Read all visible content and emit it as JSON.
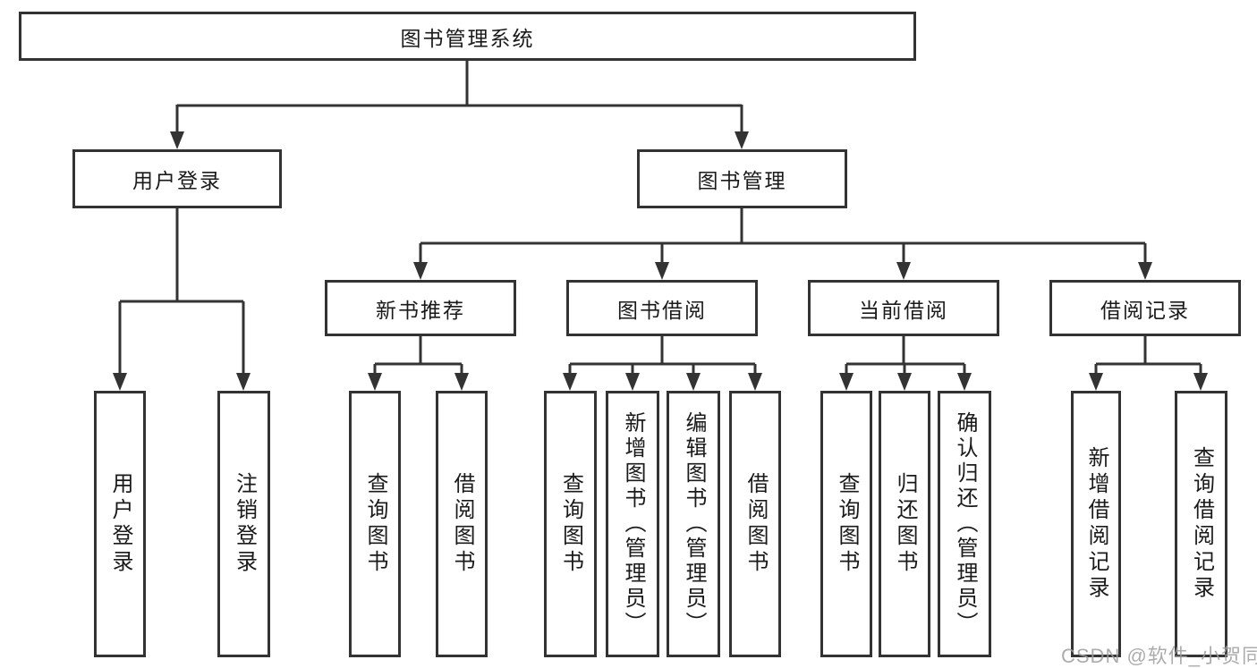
{
  "diagram": {
    "nodes": {
      "root": "图书管理系统",
      "user_login": "用户登录",
      "book_mgmt": "图书管理",
      "new_book_rec": "新书推荐",
      "book_borrow": "图书借阅",
      "current_borrow": "当前借阅",
      "borrow_records": "借阅记录"
    },
    "leaves": {
      "user_login": [
        "用户登录",
        "注销登录"
      ],
      "new_book_rec": [
        "查询图书",
        "借阅图书"
      ],
      "book_borrow": [
        "查询图书",
        "新增图书（管理员）",
        "编辑图书（管理员）",
        "借阅图书"
      ],
      "current_borrow": [
        "查询图书",
        "归还图书",
        "确认归还（管理员）"
      ],
      "borrow_records": [
        "新增借阅记录",
        "查询借阅记录"
      ]
    }
  },
  "watermark": {
    "text": "CSDN @软件_小贺同学",
    "color": "#9e9e9e"
  },
  "colors": {
    "line": "#333333",
    "box_border": "#333333",
    "box_background": "#ffffff",
    "text": "#1a1a1a",
    "page_background": "#ffffff"
  }
}
